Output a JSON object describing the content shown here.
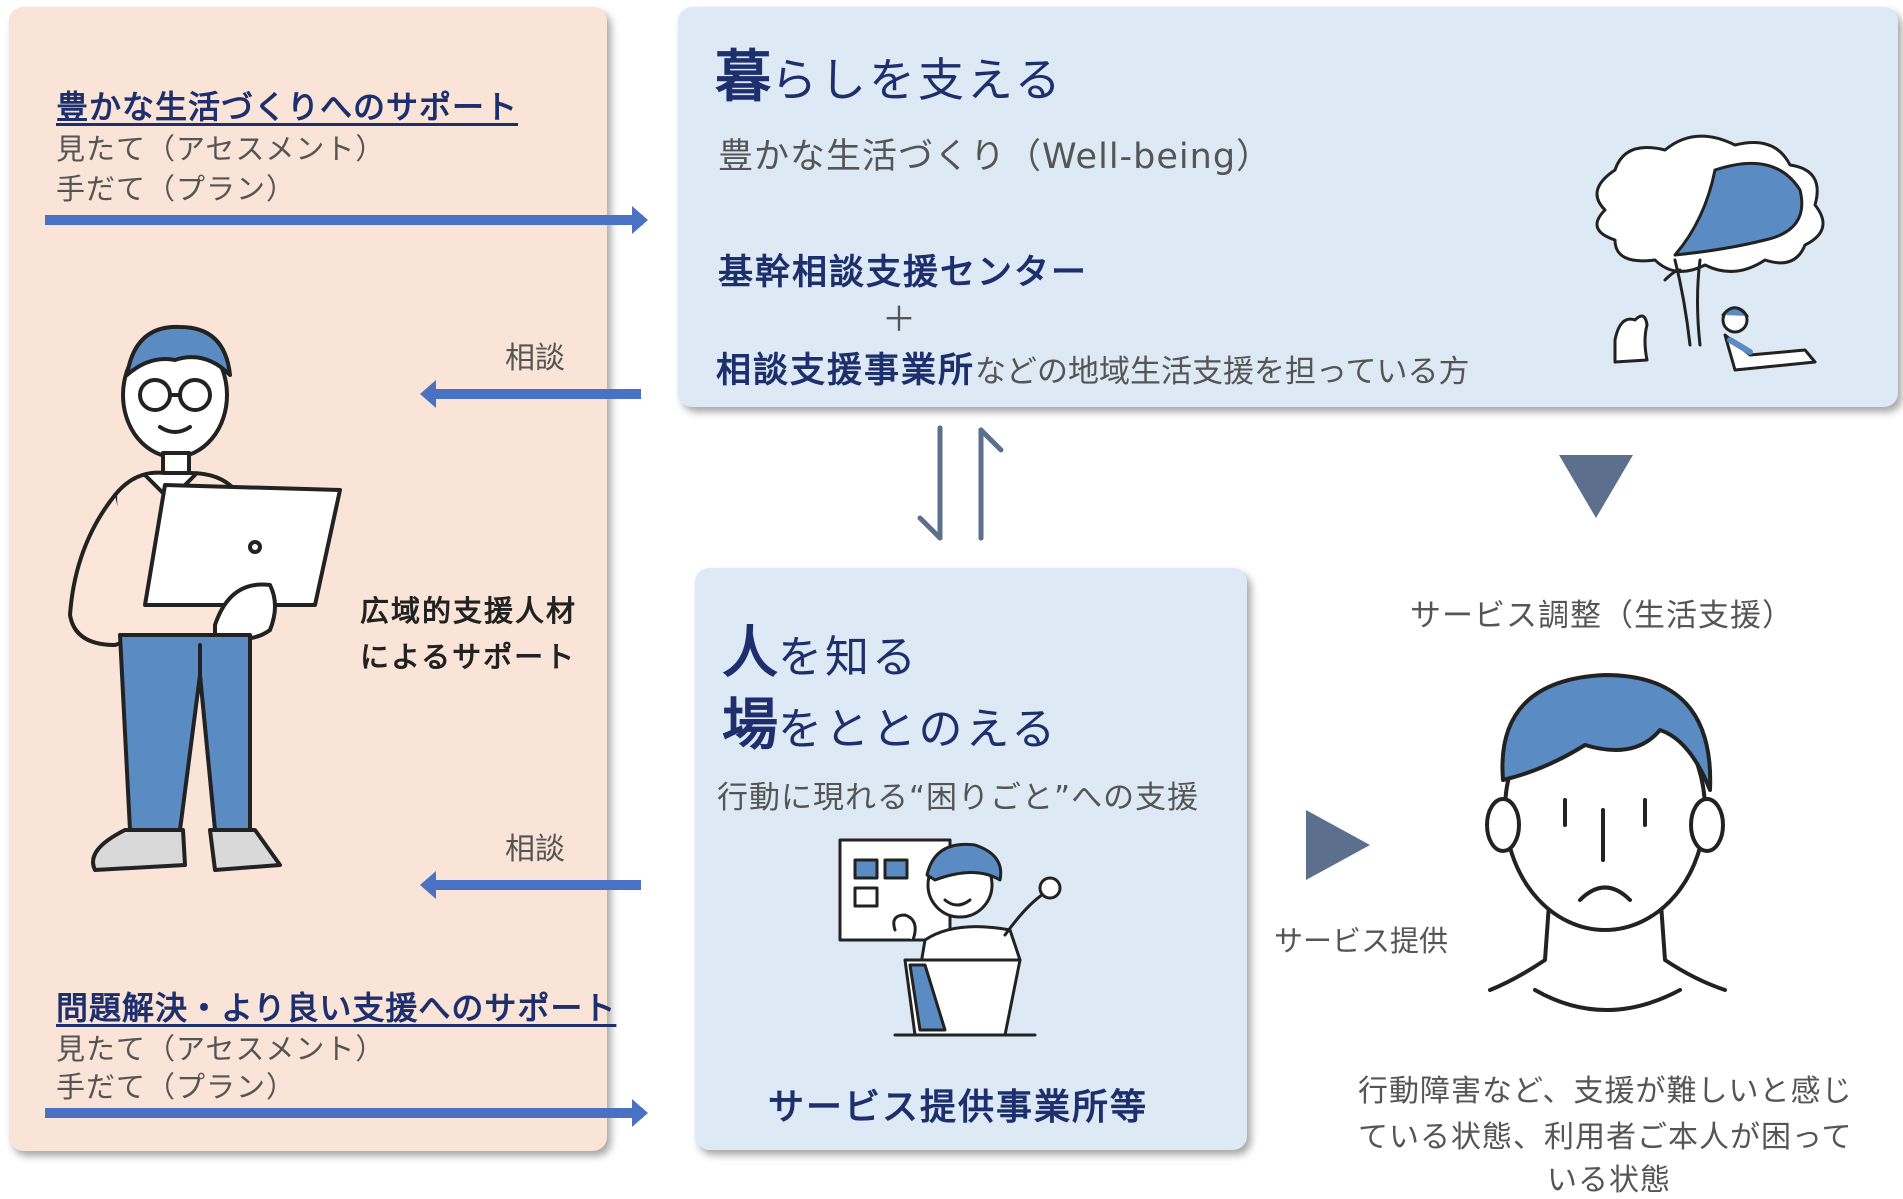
{
  "left_panel": {
    "top_section": {
      "title": "豊かな生活づくりへのサポート",
      "line1": "見たて（アセスメント）",
      "line2": "手だて（プラン）"
    },
    "consult_top": "相談",
    "consult_bottom": "相談",
    "person_label": [
      "広域的支援人材",
      "によるサポート"
    ],
    "bottom_section": {
      "title": "問題解決・より良い支援へのサポート",
      "line1": "見たて（アセスメント）",
      "line2": "手だて（プラン）"
    }
  },
  "top_box": {
    "heading_big": "暮",
    "heading_rest": "らしを支える",
    "subtitle": "豊かな生活づくり（Well-being）",
    "center1": "基幹相談支援センター",
    "plus": "＋",
    "center2_bold": "相談支援事業所",
    "center2_rest": "などの地域生活支援を担っている方"
  },
  "mid_box": {
    "line1_big": "人",
    "line1_rest": "を知る",
    "line2_big": "場",
    "line2_rest": "をととのえる",
    "subtitle": "行動に現れる“困りごと”への支援",
    "footer": "サービス提供事業所等"
  },
  "right": {
    "service_adjust": "サービス調整（生活支援）",
    "service_provide": "サービス提供",
    "description": [
      "行動障害など、支援が難しいと感じ",
      "ている状態、利用者ご本人が困って",
      "いる状態"
    ]
  },
  "colors": {
    "panel_peach": "#f9e4d7",
    "box_blue": "#dde9f5",
    "arrow_blue": "#4a72c4",
    "navy": "#1e2f6e",
    "triangle": "#5c6f8c",
    "illus_blue": "#5a8bc2"
  }
}
